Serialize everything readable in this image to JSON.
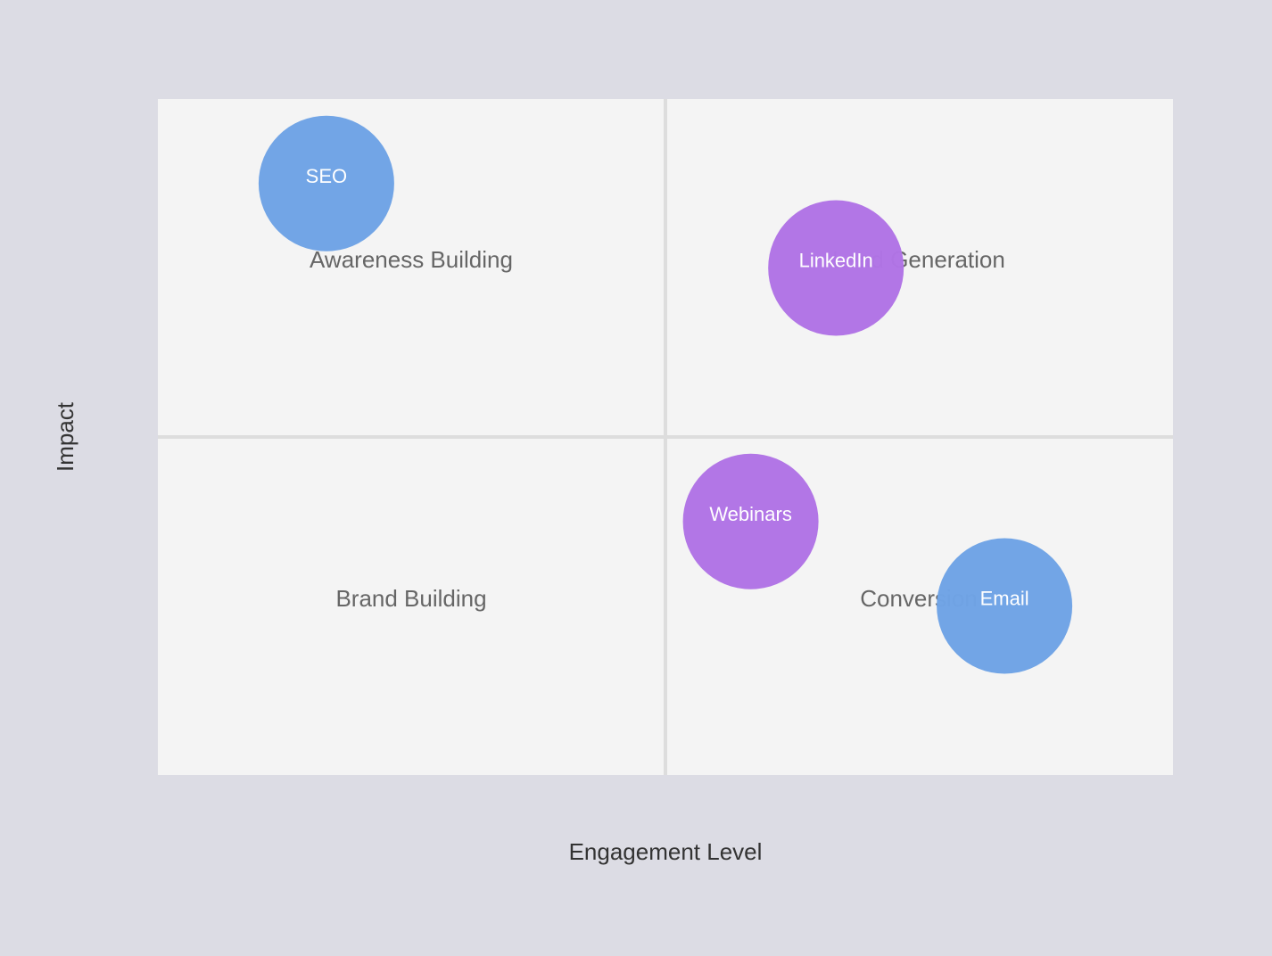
{
  "chart_data": {
    "type": "scatter",
    "xlabel": "Engagement Level",
    "ylabel": "Impact",
    "xlim": [
      0,
      100
    ],
    "ylim": [
      0,
      100
    ],
    "grid": false,
    "quadrants": [
      {
        "key": "top-left",
        "label": "Awareness Building"
      },
      {
        "key": "top-right",
        "label": "Lead Generation"
      },
      {
        "key": "bottom-left",
        "label": "Brand Building"
      },
      {
        "key": "bottom-right",
        "label": "Conversion"
      }
    ],
    "points": [
      {
        "label": "SEO",
        "x": 16.6,
        "y": 87.5,
        "color": "#6fa3e6"
      },
      {
        "label": "LinkedIn",
        "x": 66.8,
        "y": 75.0,
        "color": "#b073e6"
      },
      {
        "label": "Webinars",
        "x": 58.4,
        "y": 37.5,
        "color": "#b073e6"
      },
      {
        "label": "Email",
        "x": 83.4,
        "y": 25.0,
        "color": "#6fa3e6"
      }
    ]
  },
  "colors": {
    "background": "#dcdce4",
    "plot_background": "#f4f4f4",
    "divider": "#dddddd"
  }
}
